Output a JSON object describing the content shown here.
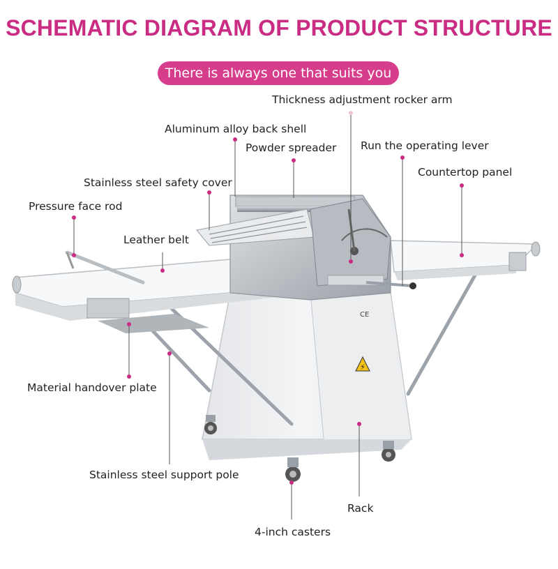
{
  "title": "SCHEMATIC DIAGRAM OF PRODUCT STRUCTURE",
  "subtitle": "There is always one that suits you",
  "accent_color": "#c92c82",
  "pill_color": "#d63d8a",
  "labels": {
    "thickness_arm": "Thickness adjustment rocker arm",
    "back_shell": "Aluminum alloy back shell",
    "powder_spreader": "Powder spreader",
    "operating_lever": "Run the operating lever",
    "countertop_panel": "Countertop panel",
    "safety_cover": "Stainless steel safety cover",
    "pressure_rod": "Pressure face rod",
    "leather_belt": "Leather belt",
    "handover_plate": "Material handover plate",
    "support_pole": "Stainless steel support pole",
    "rack": "Rack",
    "casters": "4-inch casters"
  },
  "machine_marks": {
    "ce_mark": "CE"
  }
}
